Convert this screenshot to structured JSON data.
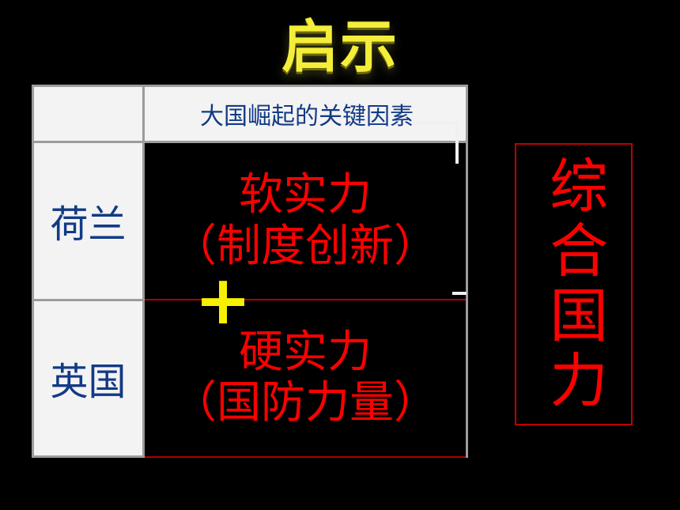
{
  "title": "启示",
  "table": {
    "header_label": "大国崛起的关键因素",
    "rows": [
      {
        "country": "荷兰",
        "factor": "软实力",
        "factor_detail": "（制度创新）"
      },
      {
        "country": "英国",
        "factor": "硬实力",
        "factor_detail": "（国防力量）"
      }
    ]
  },
  "plus": "+",
  "summary": {
    "label": "综合国力"
  },
  "colors": {
    "background": "#000000",
    "title": "#f4ee3a",
    "table_fill": "#f3f3f3",
    "table_text": "#123a86",
    "red_text": "#ff0000",
    "plus": "#f7f000",
    "border": "#9c9c9c"
  }
}
